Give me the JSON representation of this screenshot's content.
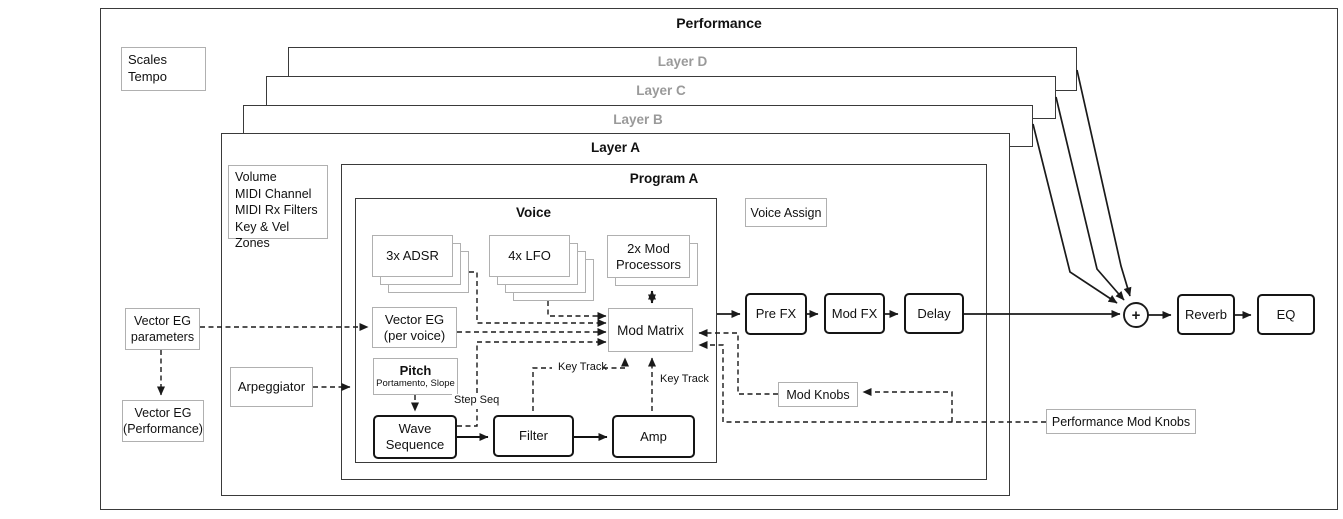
{
  "colors": {
    "line": "#1a1a1a",
    "frame_border": "#3a3a3a",
    "light_border": "#b0b0b0",
    "inactive_layer_text": "#9a9a9a",
    "text": "#111111",
    "background": "#ffffff"
  },
  "performance": {
    "title": "Performance"
  },
  "layers": {
    "a": "Layer A",
    "b": "Layer B",
    "c": "Layer C",
    "d": "Layer D"
  },
  "program": {
    "title": "Program A"
  },
  "voice": {
    "title": "Voice"
  },
  "boxes": {
    "scales_tempo": {
      "lines": [
        "Scales",
        "Tempo"
      ]
    },
    "layer_settings": {
      "lines": [
        "Volume",
        "MIDI Channel",
        "MIDI Rx Filters",
        "Key & Vel Zones"
      ]
    },
    "vector_eg_parameters": {
      "lines": [
        "Vector EG",
        "parameters"
      ]
    },
    "vector_eg_performance": {
      "lines": [
        "Vector EG",
        "(Performance)"
      ]
    },
    "arpeggiator": {
      "label": "Arpeggiator"
    },
    "adsr": {
      "label": "3x ADSR"
    },
    "lfo": {
      "label": "4x LFO"
    },
    "mod_processors": {
      "lines": [
        "2x Mod",
        "Processors"
      ]
    },
    "vector_eg_per_voice": {
      "lines": [
        "Vector EG",
        "(per voice)"
      ]
    },
    "pitch": {
      "title": "Pitch",
      "subtitle": "Portamento, Slope"
    },
    "wave_sequence": {
      "lines": [
        "Wave",
        "Sequence"
      ]
    },
    "filter": {
      "label": "Filter"
    },
    "amp": {
      "label": "Amp"
    },
    "mod_matrix": {
      "label": "Mod Matrix"
    },
    "voice_assign": {
      "label": "Voice Assign"
    },
    "pre_fx": {
      "label": "Pre FX"
    },
    "mod_fx": {
      "label": "Mod FX"
    },
    "delay": {
      "label": "Delay"
    },
    "mod_knobs": {
      "label": "Mod Knobs"
    },
    "performance_mod_knobs": {
      "label": "Performance Mod Knobs"
    },
    "sum": {
      "label": "+"
    },
    "reverb": {
      "label": "Reverb"
    },
    "eq": {
      "label": "EQ"
    }
  },
  "annotations": {
    "step_seq": "Step Seq",
    "key_track_filter": "Key Track",
    "key_track_amp": "Key Track"
  }
}
